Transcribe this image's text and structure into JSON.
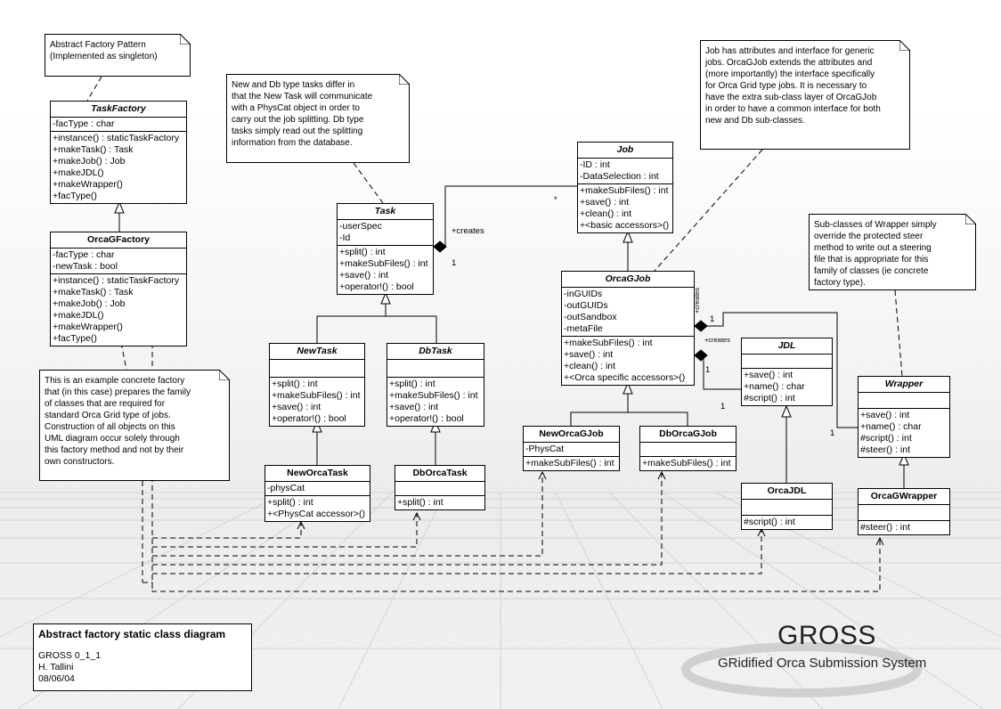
{
  "notes": {
    "factory_pattern": [
      "Abstract Factory Pattern",
      "(Implemented as singleton)"
    ],
    "task_types": [
      "New and Db type tasks differ in",
      "that the New Task will communicate",
      "with a PhysCat object in order to",
      "carry out the job splitting. Db type",
      "tasks simply read out the splitting",
      "information from the database."
    ],
    "job": [
      "Job has attributes and interface for generic",
      "jobs. OrcaGJob extends the attributes and",
      "(more importantly) the interface specifically",
      "for Orca Grid type jobs. It is necessary to",
      "have the extra sub-class layer of OrcaGJob",
      "in order to have a common interface for both",
      "new and Db sub-classes."
    ],
    "wrapper": [
      "Sub-classes of Wrapper simply",
      "override the protected steer",
      "method to write out a steering",
      "file that is appropriate for this",
      "family of classes (ie concrete",
      "factory type)."
    ],
    "concrete_factory": [
      "This is an example concrete factory",
      "that (in this case) prepares the family",
      "of classes that are required for",
      "standard Orca Grid type of jobs.",
      "Construction of all objects on this",
      "UML diagram occur solely through",
      "this factory method and not by their",
      "own constructors."
    ]
  },
  "classes": {
    "taskfactory": {
      "name": "TaskFactory",
      "attrs": [
        "-facType : char"
      ],
      "ops": [
        "+instance() : staticTaskFactory",
        "+makeTask() : Task",
        "+makeJob() : Job",
        "+makeJDL()",
        "+makeWrapper()",
        "+facType()"
      ]
    },
    "orcagfactory": {
      "name": "OrcaGFactory",
      "attrs": [
        "-facType : char",
        "-newTask : bool"
      ],
      "ops": [
        "+instance() : staticTaskFactory",
        "+makeTask() : Task",
        "+makeJob() : Job",
        "+makeJDL()",
        "+makeWrapper()",
        "+facType()"
      ]
    },
    "task": {
      "name": "Task",
      "attrs": [
        "-userSpec",
        "-Id"
      ],
      "ops": [
        "+split() : int",
        "+makeSubFiles() : int",
        "+save() : int",
        "+operator!() : bool"
      ]
    },
    "newtask": {
      "name": "NewTask",
      "attrs": [],
      "ops": [
        "+split() : int",
        "+makeSubFiles() : int",
        "+save() : int",
        "+operator!() : bool"
      ]
    },
    "dbtask": {
      "name": "DbTask",
      "attrs": [],
      "ops": [
        "+split() : int",
        "+makeSubFiles() : int",
        "+save() : int",
        "+operator!() : bool"
      ]
    },
    "neworcatask": {
      "name": "NewOrcaTask",
      "attrs": [
        "-physCat"
      ],
      "ops": [
        "+split() : int",
        "+<PhysCat accessor>()"
      ]
    },
    "dborcatask": {
      "name": "DbOrcaTask",
      "attrs": [],
      "ops": [
        "+split() : int"
      ]
    },
    "job": {
      "name": "Job",
      "attrs": [
        "-ID : int",
        "-DataSelection : int"
      ],
      "ops": [
        "+makeSubFiles() : int",
        "+save() : int",
        "+clean() : int",
        "+<basic accessors>()"
      ]
    },
    "orcagjob": {
      "name": "OrcaGJob",
      "attrs": [
        "-inGUIDs",
        "-outGUIDs",
        "-outSandbox",
        "-metaFile"
      ],
      "ops": [
        "+makeSubFiles() : int",
        "+save() : int",
        "+clean() : int",
        "+<Orca specific accessors>()"
      ]
    },
    "neworcagjob": {
      "name": "NewOrcaGJob",
      "attrs": [
        "-PhysCat"
      ],
      "ops": [
        "+makeSubFiles() : int"
      ]
    },
    "dborcagjob": {
      "name": "DbOrcaGJob",
      "attrs": [],
      "ops": [
        "+makeSubFiles() : int"
      ]
    },
    "jdl": {
      "name": "JDL",
      "attrs": [],
      "ops": [
        "+save() : int",
        "+name() : char",
        "#script() : int"
      ]
    },
    "orcajdl": {
      "name": "OrcaJDL",
      "attrs": [],
      "ops": [
        "#script() : int"
      ]
    },
    "wrapper": {
      "name": "Wrapper",
      "attrs": [],
      "ops": [
        "+save() : int",
        "+name() : char",
        "#script() : int",
        "#steer() : int"
      ]
    },
    "orcagwrapper": {
      "name": "OrcaGWrapper",
      "attrs": [],
      "ops": [
        "#steer() : int"
      ]
    }
  },
  "labels": {
    "creates": "+creates",
    "one": "1",
    "many": "*"
  },
  "title_block": {
    "title": "Abstract factory static class diagram",
    "lines": [
      "GROSS 0_1_1",
      "H. Tallini",
      "08/06/04"
    ]
  },
  "brand": {
    "name": "GROSS",
    "subtitle": "GRidified Orca Submission System"
  }
}
